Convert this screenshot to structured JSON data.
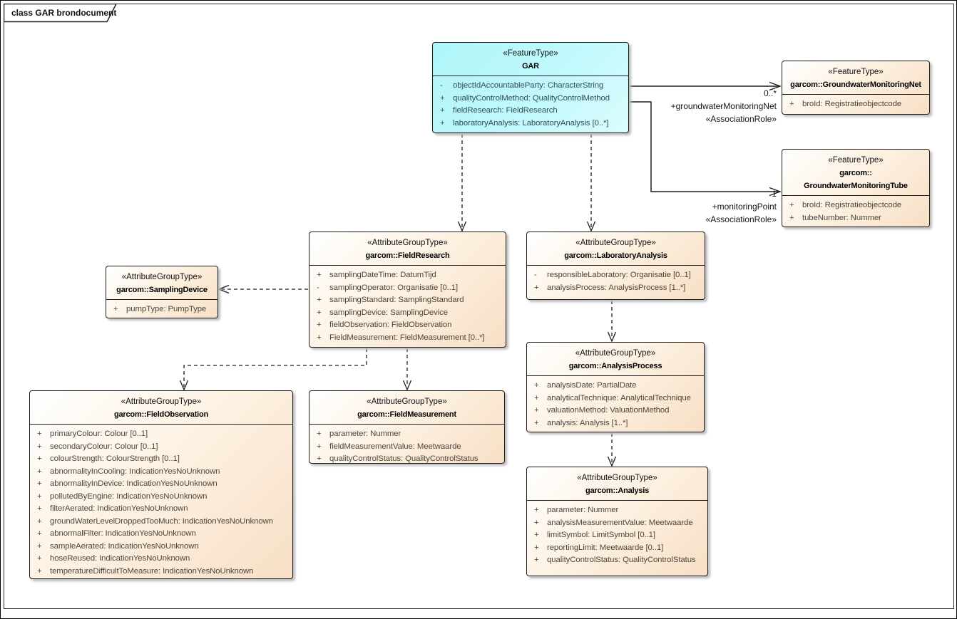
{
  "diagram": {
    "tab_label": "class GAR brondocument",
    "colors": {
      "feature_type_fill": "#aef5f9",
      "attribute_group_fill_start": "#ffffff",
      "attribute_group_fill_end": "#f7dfc5",
      "border": "#1c1c1c"
    },
    "classes": [
      {
        "id": "gar",
        "fill": "cyan",
        "stereotype": "«FeatureType»",
        "name_lines": [
          "GAR"
        ],
        "attributes": [
          {
            "vis": "-",
            "text": "objectIdAccountableParty: CharacterString"
          },
          {
            "vis": "+",
            "text": "qualityControlMethod: QualityControlMethod"
          },
          {
            "vis": "+",
            "text": "fieldResearch: FieldResearch"
          },
          {
            "vis": "+",
            "text": "laboratoryAnalysis: LaboratoryAnalysis [0..*]"
          }
        ]
      },
      {
        "id": "net",
        "fill": "cream",
        "stereotype": "«FeatureType»",
        "name_lines": [
          "garcom::GroundwaterMonitoringNet"
        ],
        "attributes": [
          {
            "vis": "+",
            "text": "broId: Registratieobjectcode"
          }
        ]
      },
      {
        "id": "tube",
        "fill": "cream",
        "stereotype": "«FeatureType»",
        "name_lines": [
          "garcom::",
          "GroundwaterMonitoringTube"
        ],
        "attributes": [
          {
            "vis": "+",
            "text": "broId: Registratieobjectcode"
          },
          {
            "vis": "+",
            "text": "tubeNumber: Nummer"
          }
        ]
      },
      {
        "id": "fieldResearch",
        "fill": "cream",
        "stereotype": "«AttributeGroupType»",
        "name_lines": [
          "garcom::FieldResearch"
        ],
        "attributes": [
          {
            "vis": "+",
            "text": "samplingDateTime: DatumTijd"
          },
          {
            "vis": "-",
            "text": "samplingOperator: Organisatie [0..1]"
          },
          {
            "vis": "+",
            "text": "samplingStandard: SamplingStandard"
          },
          {
            "vis": "+",
            "text": "samplingDevice: SamplingDevice"
          },
          {
            "vis": "+",
            "text": "fieldObservation: FieldObservation"
          },
          {
            "vis": "+",
            "text": "FieldMeasurement: FieldMeasurement [0..*]"
          }
        ]
      },
      {
        "id": "labAnalysis",
        "fill": "cream",
        "stereotype": "«AttributeGroupType»",
        "name_lines": [
          "garcom::LaboratoryAnalysis"
        ],
        "attributes": [
          {
            "vis": "-",
            "text": "responsibleLaboratory: Organisatie [0..1]"
          },
          {
            "vis": "+",
            "text": "analysisProcess: AnalysisProcess [1..*]"
          }
        ]
      },
      {
        "id": "samplingDevice",
        "fill": "cream",
        "stereotype": "«AttributeGroupType»",
        "name_lines": [
          "garcom::SamplingDevice"
        ],
        "attributes": [
          {
            "vis": "+",
            "text": "pumpType: PumpType"
          }
        ]
      },
      {
        "id": "fieldObservation",
        "fill": "cream",
        "stereotype": "«AttributeGroupType»",
        "name_lines": [
          "garcom::FieldObservation"
        ],
        "attributes": [
          {
            "vis": "+",
            "text": "primaryColour: Colour [0..1]"
          },
          {
            "vis": "+",
            "text": "secondaryColour: Colour [0..1]"
          },
          {
            "vis": "+",
            "text": "colourStrength: ColourStrength [0..1]"
          },
          {
            "vis": "+",
            "text": "abnormalityInCooling: IndicationYesNoUnknown"
          },
          {
            "vis": "+",
            "text": "abnormalityInDevice: IndicationYesNoUnknown"
          },
          {
            "vis": "+",
            "text": "pollutedByEngine: IndicationYesNoUnknown"
          },
          {
            "vis": "+",
            "text": "filterAerated: IndicationYesNoUnknown"
          },
          {
            "vis": "+",
            "text": "groundWaterLevelDroppedTooMuch: IndicationYesNoUnknown"
          },
          {
            "vis": "+",
            "text": "abnormalFilter: IndicationYesNoUnknown"
          },
          {
            "vis": "+",
            "text": "sampleAerated: IndicationYesNoUnknown"
          },
          {
            "vis": "+",
            "text": "hoseReused: IndicationYesNoUnknown"
          },
          {
            "vis": "+",
            "text": "temperatureDifficultToMeasure: IndicationYesNoUnknown"
          }
        ]
      },
      {
        "id": "fieldMeasurement",
        "fill": "cream",
        "stereotype": "«AttributeGroupType»",
        "name_lines": [
          "garcom::FieldMeasurement"
        ],
        "attributes": [
          {
            "vis": "+",
            "text": "parameter: Nummer"
          },
          {
            "vis": "+",
            "text": "fieldMeasurementValue: Meetwaarde"
          },
          {
            "vis": "+",
            "text": "qualityControlStatus: QualityControlStatus"
          }
        ]
      },
      {
        "id": "analysisProcess",
        "fill": "cream",
        "stereotype": "«AttributeGroupType»",
        "name_lines": [
          "garcom::AnalysisProcess"
        ],
        "attributes": [
          {
            "vis": "+",
            "text": "analysisDate: PartialDate"
          },
          {
            "vis": "+",
            "text": "analyticalTechnique: AnalyticalTechnique"
          },
          {
            "vis": "+",
            "text": "valuationMethod: ValuationMethod"
          },
          {
            "vis": "+",
            "text": "analysis: Analysis [1..*]"
          }
        ]
      },
      {
        "id": "analysis",
        "fill": "cream",
        "stereotype": "«AttributeGroupType»",
        "name_lines": [
          "garcom::Analysis"
        ],
        "attributes": [
          {
            "vis": "+",
            "text": "parameter: Nummer"
          },
          {
            "vis": "+",
            "text": "analysisMeasurementValue: Meetwaarde"
          },
          {
            "vis": "+",
            "text": "limitSymbol: LimitSymbol [0..1]"
          },
          {
            "vis": "+",
            "text": "reportingLimit: Meetwaarde [0..1]"
          },
          {
            "vis": "+",
            "text": "qualityControlStatus: QualityControlStatus"
          }
        ]
      }
    ],
    "connector_labels": {
      "net": {
        "multiplicity": "0..*",
        "role": "+groundwaterMonitoringNet",
        "stereotype": "«AssociationRole»"
      },
      "tube": {
        "multiplicity": "1",
        "role": "+monitoringPoint",
        "stereotype": "«AssociationRole»"
      }
    }
  }
}
